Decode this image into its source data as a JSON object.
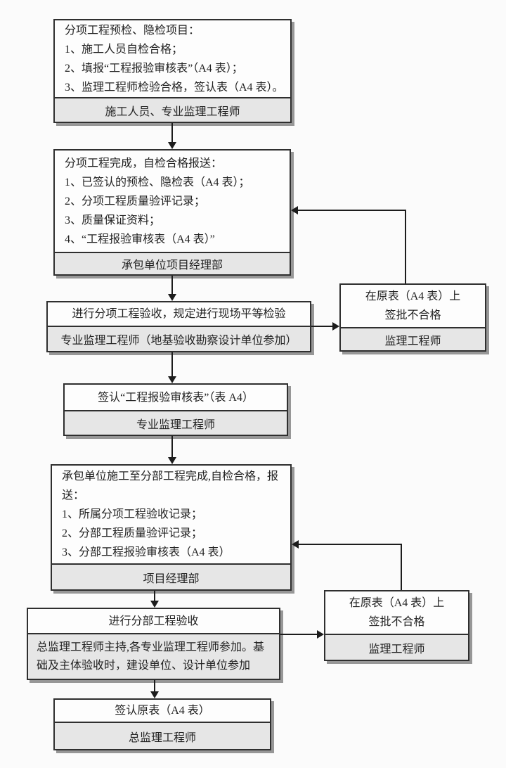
{
  "colors": {
    "bg": "#fbfbfb",
    "fill": "#fdfdfd",
    "footer": "#e6e6e6",
    "border": "#2f2f2f",
    "shadow": "#979797",
    "line": "#1c1c1c",
    "text": "#222222"
  },
  "nodes": [
    {
      "id": "subitem-preinspection",
      "lines": [
        "分项工程预检、隐检项目：",
        "1、施工人员自检合格；",
        "2、填报“工程报验审核表”（A4 表）；",
        "3、监理工程师检验合格，签认表（A4 表）。"
      ],
      "footer": "施工人员、专业监理工程师"
    },
    {
      "id": "subitem-complete-submit",
      "lines": [
        "分项工程完成，自检合格报送：",
        "1、已签认的预检、隐检表（A4 表）；",
        "2、分项工程质量验评记录；",
        "3、质量保证资料；",
        "4、“工程报验审核表（A4 表）”"
      ],
      "footer": "承包单位项目经理部"
    },
    {
      "id": "subitem-acceptance",
      "title": "进行分项工程验收，规定进行现场平等检验",
      "footer": "专业监理工程师（地基验收勘察设计单位参加）"
    },
    {
      "id": "reject-on-form-1",
      "lines": [
        "在原表（A4 表）上",
        "签批不合格"
      ],
      "footer": "监理工程师"
    },
    {
      "id": "sign-review-form",
      "title": "签认“工程报验审核表”（表 A4）",
      "footer": "专业监理工程师"
    },
    {
      "id": "division-complete-submit",
      "lines": [
        "承包单位施工至分部工程完成,自检合格，报送：",
        "1、所属分项工程验收记录；",
        "2、分部工程质量验评记录；",
        "3、分部工程报验审核表（A4 表）"
      ],
      "footer": "项目经理部"
    },
    {
      "id": "division-acceptance",
      "title": "进行分部工程验收",
      "footer": "总监理工程师主持,各专业监理工程师参加。基础及主体验收时，建设单位、设计单位参加"
    },
    {
      "id": "reject-on-form-2",
      "lines": [
        "在原表（A4 表）上",
        "签批不合格"
      ],
      "footer": "监理工程师"
    },
    {
      "id": "sign-original-form",
      "title": "签认原表（A4 表）",
      "footer": "总监理工程师"
    }
  ]
}
